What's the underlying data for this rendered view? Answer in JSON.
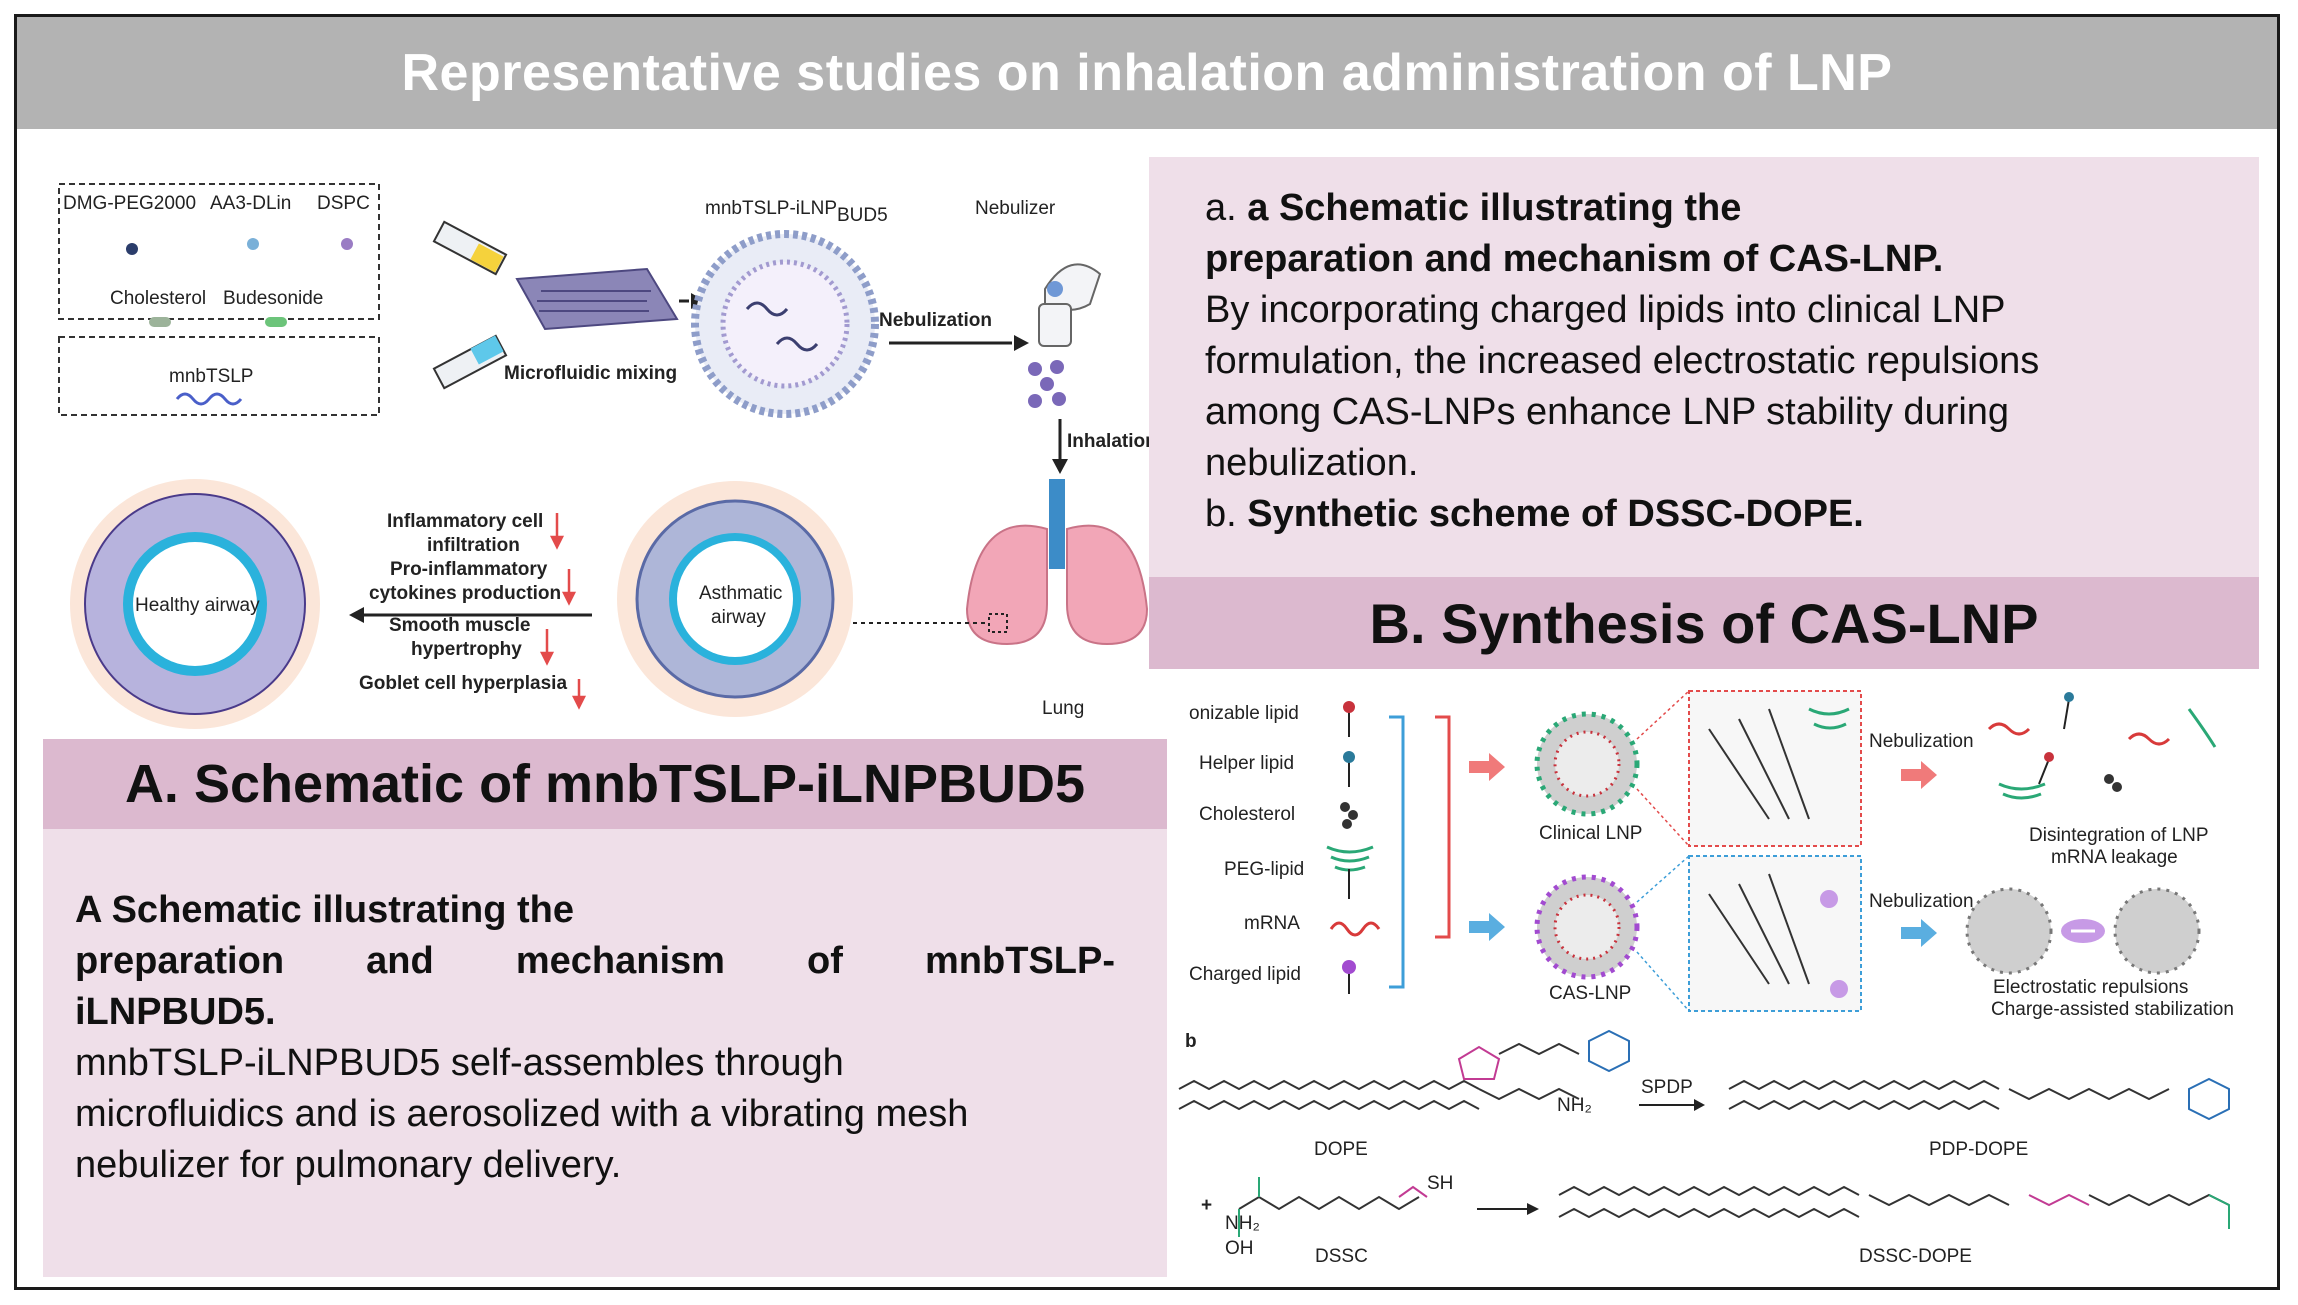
{
  "title": "Representative studies on inhalation administration of LNP",
  "section_a": {
    "heading": "A. Schematic of mnbTSLP-iLNPBUD5",
    "caption_bold_line1": "A Schematic illustrating the",
    "caption_bold_line2": "preparation and mechanism of mnbTSLP-",
    "caption_bold_line3": "iLNPBUD5.",
    "caption_line4": "mnbTSLP-iLNPBUD5 self-assembles through",
    "caption_line5": "microfluidics and is aerosolized with a vibrating mesh",
    "caption_line6": "nebulizer for pulmonary delivery.",
    "figure": {
      "lipid_dmg": "DMG-PEG2000",
      "lipid_aa3": "AA3-DLin",
      "lipid_dspc": "DSPC",
      "cholesterol": "Cholesterol",
      "budesonide": "Budesonide",
      "mnbtslp": "mnbTSLP",
      "microfluidic": "Microfluidic mixing",
      "particle_label": "mnbTSLP-iLNP",
      "particle_sub": "BUD5",
      "nebulizer": "Nebulizer",
      "nebulization": "Nebulization",
      "inhalation": "Inhalation",
      "lung": "Lung",
      "asthmatic_1": "Asthmatic",
      "asthmatic_2": "airway",
      "healthy": "Healthy airway",
      "effect1a": "Inflammatory cell",
      "effect1b": "infiltration",
      "effect2a": "Pro-inflammatory",
      "effect2b": "cytokines production",
      "effect3a": "Smooth muscle",
      "effect3b": "hypertrophy",
      "effect4": "Goblet cell hyperplasia"
    }
  },
  "section_b": {
    "heading": "B. Synthesis of CAS-LNP",
    "cap_a_prefix": "a. ",
    "cap_a_bold1": "a Schematic illustrating the",
    "cap_a_bold2": "preparation and mechanism of CAS-LNP.",
    "cap_line3": "By incorporating charged lipids into clinical LNP",
    "cap_line4": "formulation, the increased electrostatic repulsions",
    "cap_line5": "among CAS-LNPs enhance LNP stability during",
    "cap_line6": "nebulization.",
    "cap_b_prefix": "b. ",
    "cap_b_bold": "Synthetic scheme of DSSC-DOPE.",
    "figure": {
      "ionizable": "onizable lipid",
      "helper": "Helper lipid",
      "cholesterol": "Cholesterol",
      "peg": "PEG-lipid",
      "mrna": "mRNA",
      "charged": "Charged lipid",
      "clinical_lnp": "Clinical LNP",
      "cas_lnp": "CAS-LNP",
      "nebulization_top": "Nebulization",
      "nebulization_bottom": "Nebulization",
      "disintegration1": "Disintegration of LNP",
      "disintegration2": "mRNA leakage",
      "electro1": "Electrostatic repulsions",
      "electro2": "Charge-assisted stabilization",
      "panel_b": "b",
      "spdp": "SPDP",
      "dope": "DOPE",
      "pdp_dope": "PDP-DOPE",
      "plus": "+",
      "dssc": "DSSC",
      "dssc_dope": "DSSC-DOPE",
      "nh2": "NH₂",
      "sh": "SH",
      "oh": "OH"
    }
  },
  "colors": {
    "banner": "#b3b3b3",
    "panel": "#efdfe9",
    "heading": "#dcb9cf",
    "airway_cell": "#b7b3dd",
    "nucleus": "#4a3a8a",
    "lumen_lining": "#33b5e5",
    "lung": "#f2a6b7",
    "arrow_red": "#e34b4b",
    "arrow_blue": "#3d9ed8",
    "peg_green": "#2aa876",
    "charged_purple": "#a24bd0"
  }
}
